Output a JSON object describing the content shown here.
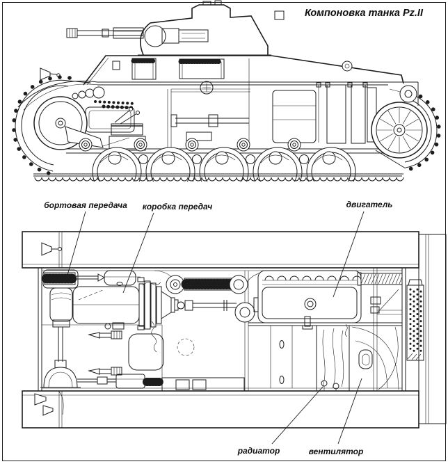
{
  "title": "Компоновка танка Pz.II",
  "labels": {
    "final_drive": "бортовая передача",
    "gearbox": "коробка передач",
    "engine": "двигатель",
    "radiator": "радиатор",
    "fan": "вентилятор"
  },
  "colors": {
    "line": "#1c1c1c",
    "background": "#ffffff"
  }
}
